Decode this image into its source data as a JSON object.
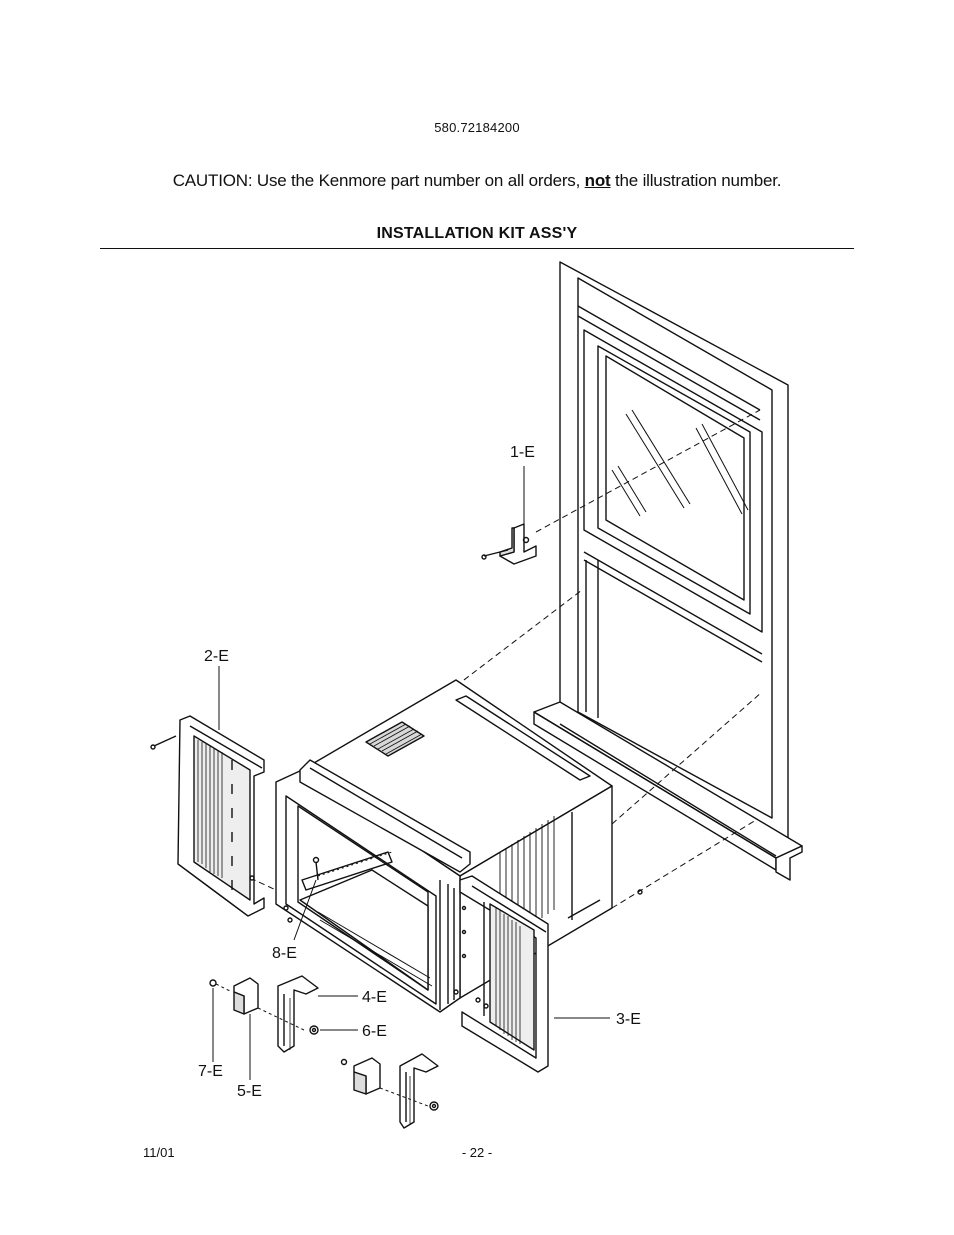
{
  "header": {
    "model_number": "580.72184200"
  },
  "caution": {
    "before": "CAUTION: Use the Kenmore part number on all orders, ",
    "emphasis": "not",
    "after": " the illustration number."
  },
  "section": {
    "title": "INSTALLATION KIT ASS'Y"
  },
  "callouts": [
    {
      "label": "1-E"
    },
    {
      "label": "2-E"
    },
    {
      "label": "3-E"
    },
    {
      "label": "4-E"
    },
    {
      "label": "5-E"
    },
    {
      "label": "6-E"
    },
    {
      "label": "7-E"
    },
    {
      "label": "8-E"
    }
  ],
  "footer": {
    "date": "11/01",
    "page": "- 22 -"
  }
}
